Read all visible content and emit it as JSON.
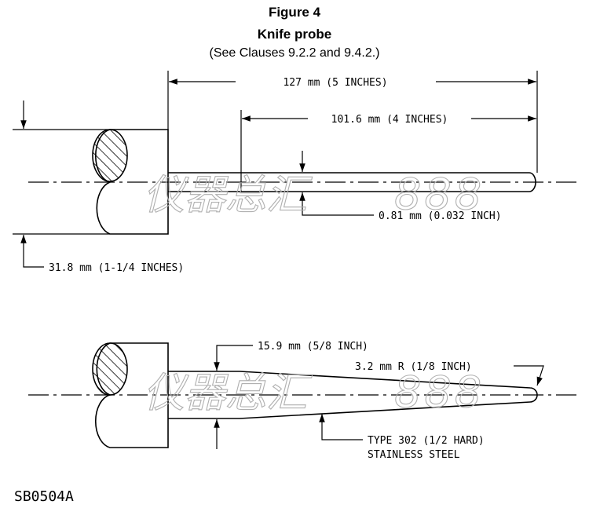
{
  "figure": {
    "number": "Figure 4",
    "title": "Knife probe",
    "subtitle": "(See Clauses 9.2.2 and 9.4.2.)"
  },
  "top_view": {
    "dim_overall": "127 mm (5 INCHES)",
    "dim_blade": "101.6 mm (4 INCHES)",
    "dim_thickness": "0.81 mm (0.032 INCH)",
    "dim_handle": "31.8 mm (1-1/4 INCHES)"
  },
  "side_view": {
    "dim_width": "15.9 mm (5/8 INCH)",
    "dim_radius": "3.2 mm R (1/8 INCH)",
    "material_line1": "TYPE 302 (1/2 HARD)",
    "material_line2": "STAINLESS STEEL"
  },
  "drawing_code": "SB0504A",
  "watermark": {
    "chars": "仪器总汇",
    "digits": "888"
  }
}
